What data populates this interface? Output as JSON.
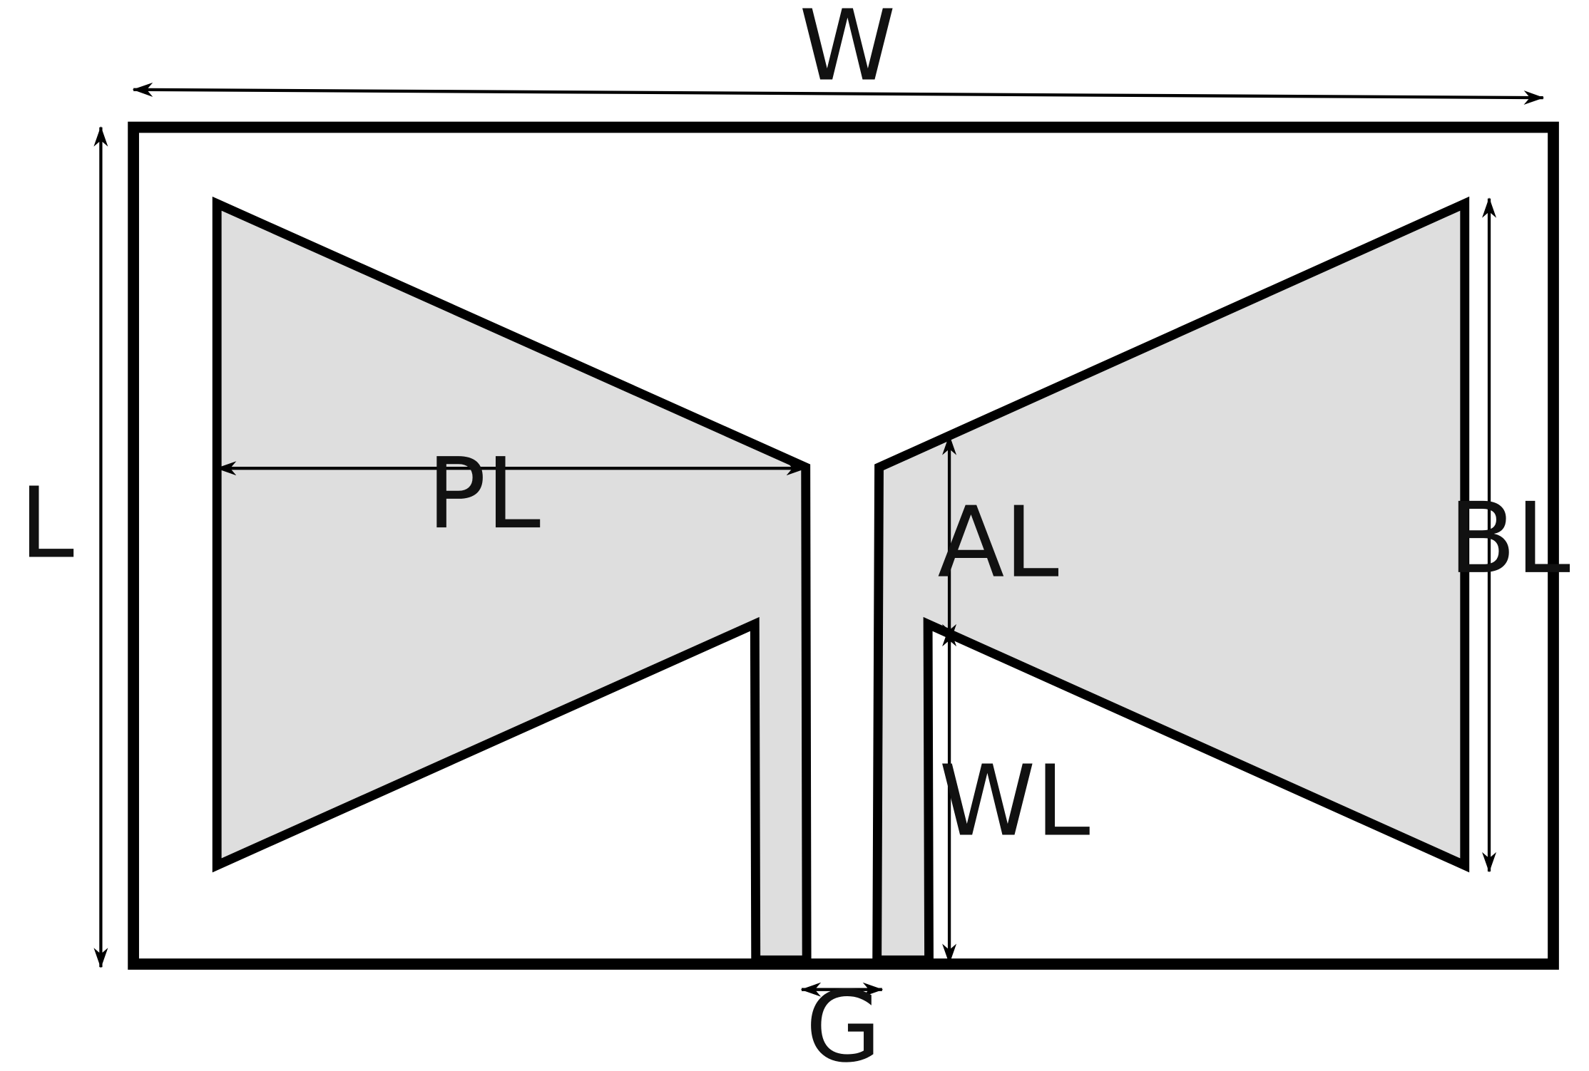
{
  "diagram": {
    "colors": {
      "stroke": "#000000",
      "patch_fill": "#dedede",
      "background": "#ffffff"
    },
    "labels": {
      "width": "W",
      "length": "L",
      "patch_length": "PL",
      "arm_length": "AL",
      "base_length": "BL",
      "wire_length": "WL",
      "gap": "G"
    }
  }
}
